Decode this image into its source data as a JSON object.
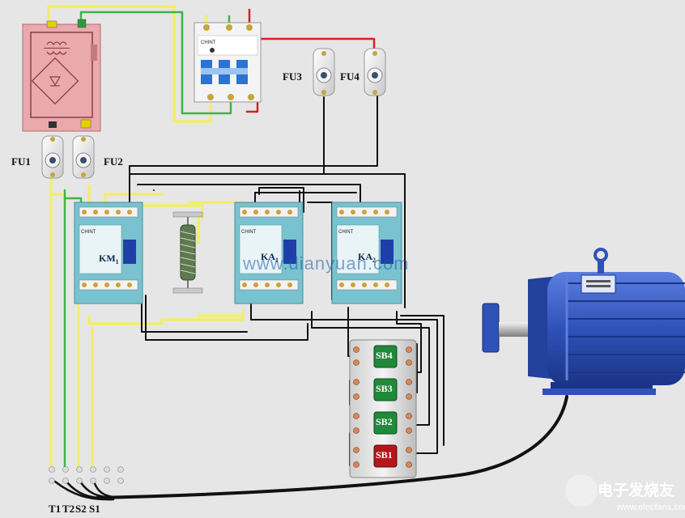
{
  "fuses": {
    "fu1": "FU1",
    "fu2": "FU2",
    "fu3": "FU3",
    "fu4": "FU4"
  },
  "contactors": {
    "km1": "KM",
    "km1_sub": "1",
    "ka1": "KA",
    "ka1_sub": "1",
    "ka2": "KA",
    "ka2_sub": "2",
    "brand": "CHINT"
  },
  "buttons": {
    "sb4": "SB4",
    "sb3": "SB3",
    "sb2": "SB2",
    "sb1": "SB1"
  },
  "terminals": {
    "t1": "T1",
    "t2": "T2",
    "s2": "S2",
    "s1": "S1"
  },
  "breaker_brand": "CHINT",
  "watermark": "www.dianyuan.com",
  "logo": {
    "title": "电子发烧友",
    "url": "www.elecfans.com"
  },
  "colors": {
    "transformer": "#e9a9ad",
    "contactor": "#79c2cf",
    "wire_yellow": "#f2ee6a",
    "wire_green": "#3fb34a",
    "wire_red": "#d42222",
    "wire_black": "#111111",
    "motor": "#2f52b8",
    "button_green": "#1f8a3a",
    "button_red": "#b5161a"
  }
}
